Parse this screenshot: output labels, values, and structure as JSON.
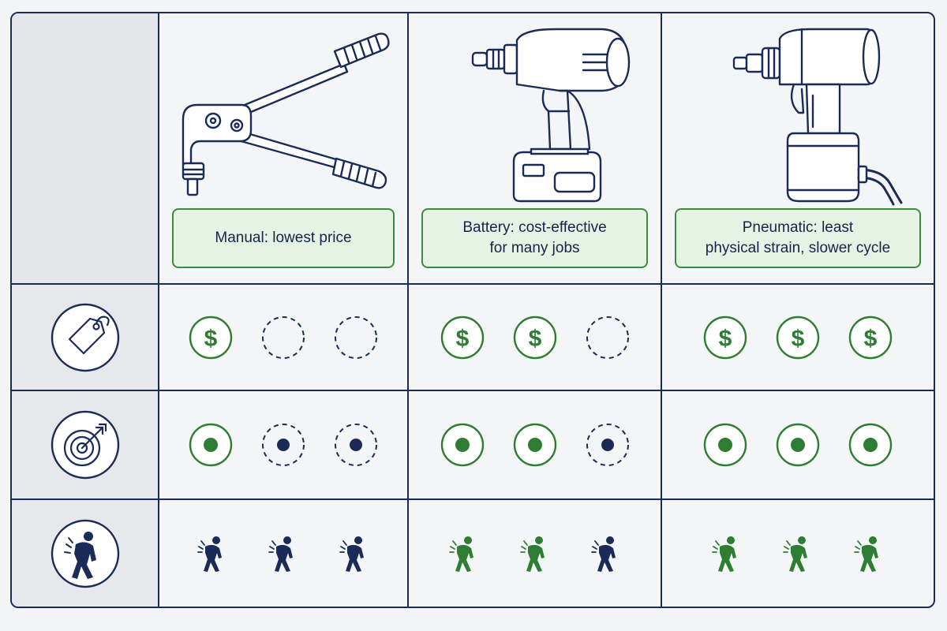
{
  "tools": [
    {
      "key": "manual",
      "caption": "Manual: lowest price",
      "tool_icon": "hand-riveter-icon"
    },
    {
      "key": "battery",
      "caption": "Battery: cost-effective\nfor many jobs",
      "tool_icon": "battery-riveter-icon"
    },
    {
      "key": "pneumatic",
      "caption": "Pneumatic: least\nphysical strain, slower cycle",
      "tool_icon": "pneumatic-riveter-icon"
    }
  ],
  "rows": [
    {
      "key": "price",
      "icon": "price-tag-icon",
      "ratings": [
        1,
        2,
        3
      ]
    },
    {
      "key": "precision",
      "icon": "target-icon",
      "ratings": [
        1,
        2,
        3
      ]
    },
    {
      "key": "strain",
      "icon": "back-strain-icon",
      "ratings": [
        0,
        2,
        3
      ]
    }
  ],
  "scale_max": 3,
  "colors": {
    "border": "#1b2b57",
    "navy": "#1b2b57",
    "green": "#2e7d32",
    "caption_bg": "#e6f2e3",
    "caption_border": "#3f8a3f"
  }
}
